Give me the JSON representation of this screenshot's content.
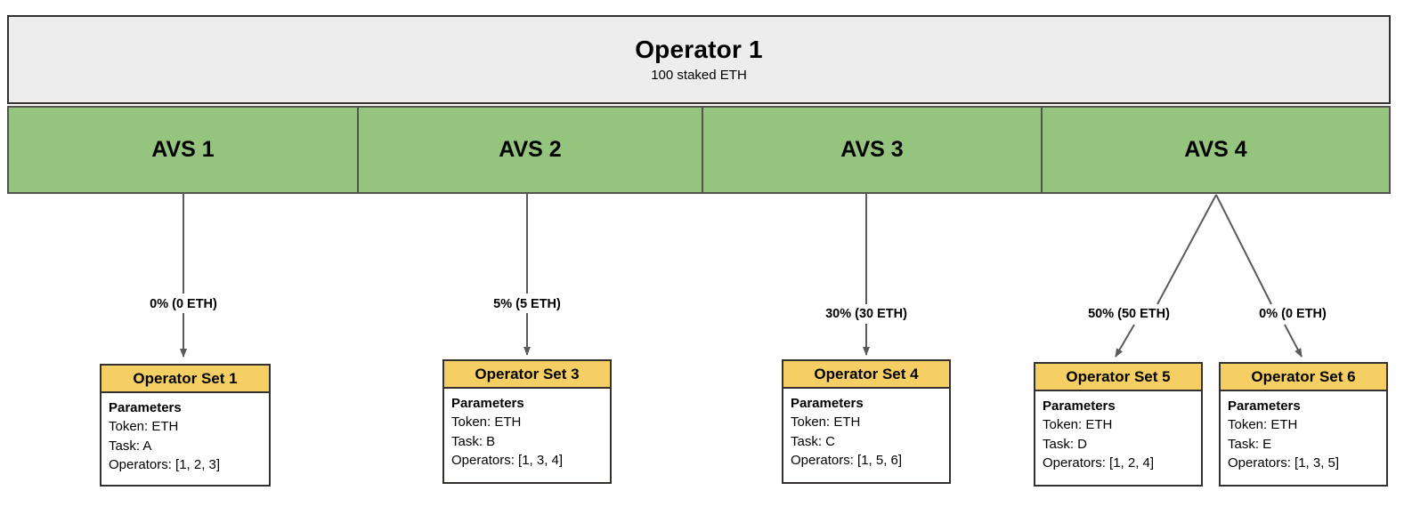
{
  "diagram": {
    "title": "Operator 1 AVS allocation diagram",
    "colors": {
      "operator_bar_fill": "#ededed",
      "avs_fill": "#95c47e",
      "operator_set_header_fill": "#f5cf63",
      "operator_set_body_fill": "#ffffff",
      "border_dark": "#33302e",
      "border_gray": "#54524f",
      "connector": "#5a5a5a",
      "background": "#ffffff"
    }
  },
  "operator": {
    "name": "Operator 1",
    "stake": "100 staked ETH"
  },
  "avs": [
    {
      "id": "avs-1",
      "label": "AVS 1"
    },
    {
      "id": "avs-2",
      "label": "AVS 2"
    },
    {
      "id": "avs-3",
      "label": "AVS 3"
    },
    {
      "id": "avs-4",
      "label": "AVS 4"
    }
  ],
  "allocations": [
    {
      "from": "AVS 1",
      "to": "Operator Set 1",
      "label": "0% (0 ETH)",
      "percent": 0,
      "eth": 0
    },
    {
      "from": "AVS 2",
      "to": "Operator Set 3",
      "label": "5% (5 ETH)",
      "percent": 5,
      "eth": 5
    },
    {
      "from": "AVS 3",
      "to": "Operator Set 4",
      "label": "30% (30 ETH)",
      "percent": 30,
      "eth": 30
    },
    {
      "from": "AVS 4",
      "to": "Operator Set 5",
      "label": "50% (50 ETH)",
      "percent": 50,
      "eth": 50
    },
    {
      "from": "AVS 4",
      "to": "Operator Set 6",
      "label": "0% (0 ETH)",
      "percent": 0,
      "eth": 0
    }
  ],
  "operator_sets": [
    {
      "id": "operator-set-1",
      "title": "Operator Set 1",
      "params_heading": "Parameters",
      "token": "Token: ETH",
      "task": "Task: A",
      "operators": "Operators: [1, 2, 3]"
    },
    {
      "id": "operator-set-3",
      "title": "Operator Set 3",
      "params_heading": "Parameters",
      "token": "Token: ETH",
      "task": "Task: B",
      "operators": "Operators: [1, 3, 4]"
    },
    {
      "id": "operator-set-4",
      "title": "Operator Set 4",
      "params_heading": "Parameters",
      "token": "Token: ETH",
      "task": "Task: C",
      "operators": "Operators: [1, 5, 6]"
    },
    {
      "id": "operator-set-5",
      "title": "Operator Set 5",
      "params_heading": "Parameters",
      "token": "Token: ETH",
      "task": "Task: D",
      "operators": "Operators: [1, 2, 4]"
    },
    {
      "id": "operator-set-6",
      "title": "Operator Set 6",
      "params_heading": "Parameters",
      "token": "Token: ETH",
      "task": "Task: E",
      "operators": "Operators: [1, 3, 5]"
    }
  ]
}
